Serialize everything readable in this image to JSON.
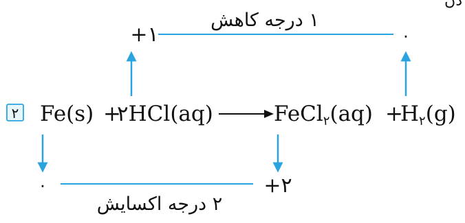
{
  "colors": {
    "accent": "#2aa4e0",
    "text": "#111111",
    "badge_fill": "#e8f6fd"
  },
  "top_corner_fragment": "دن",
  "equation": {
    "badge_number": "۲",
    "reactant_iron": "Fe(s)",
    "plus_1": "+",
    "reactant_hcl": "۲HCl(aq)",
    "arrow_symbol": "⟶",
    "product_fecl": "FeCl",
    "product_fecl_subscript": "۲",
    "product_fecl_state": "(aq)",
    "plus_2": "+",
    "product_hydrogen": "H",
    "product_hydrogen_subscript": "۲",
    "product_hydrogen_state": "(g)"
  },
  "reduction": {
    "start_oxidation_state": "+۱",
    "end_oxidation_state": "۰",
    "label": "۱ درجه کاهش"
  },
  "oxidation": {
    "start_oxidation_state": "۰",
    "end_oxidation_state": "+۲",
    "label": "۲ درجه اکسایش"
  }
}
